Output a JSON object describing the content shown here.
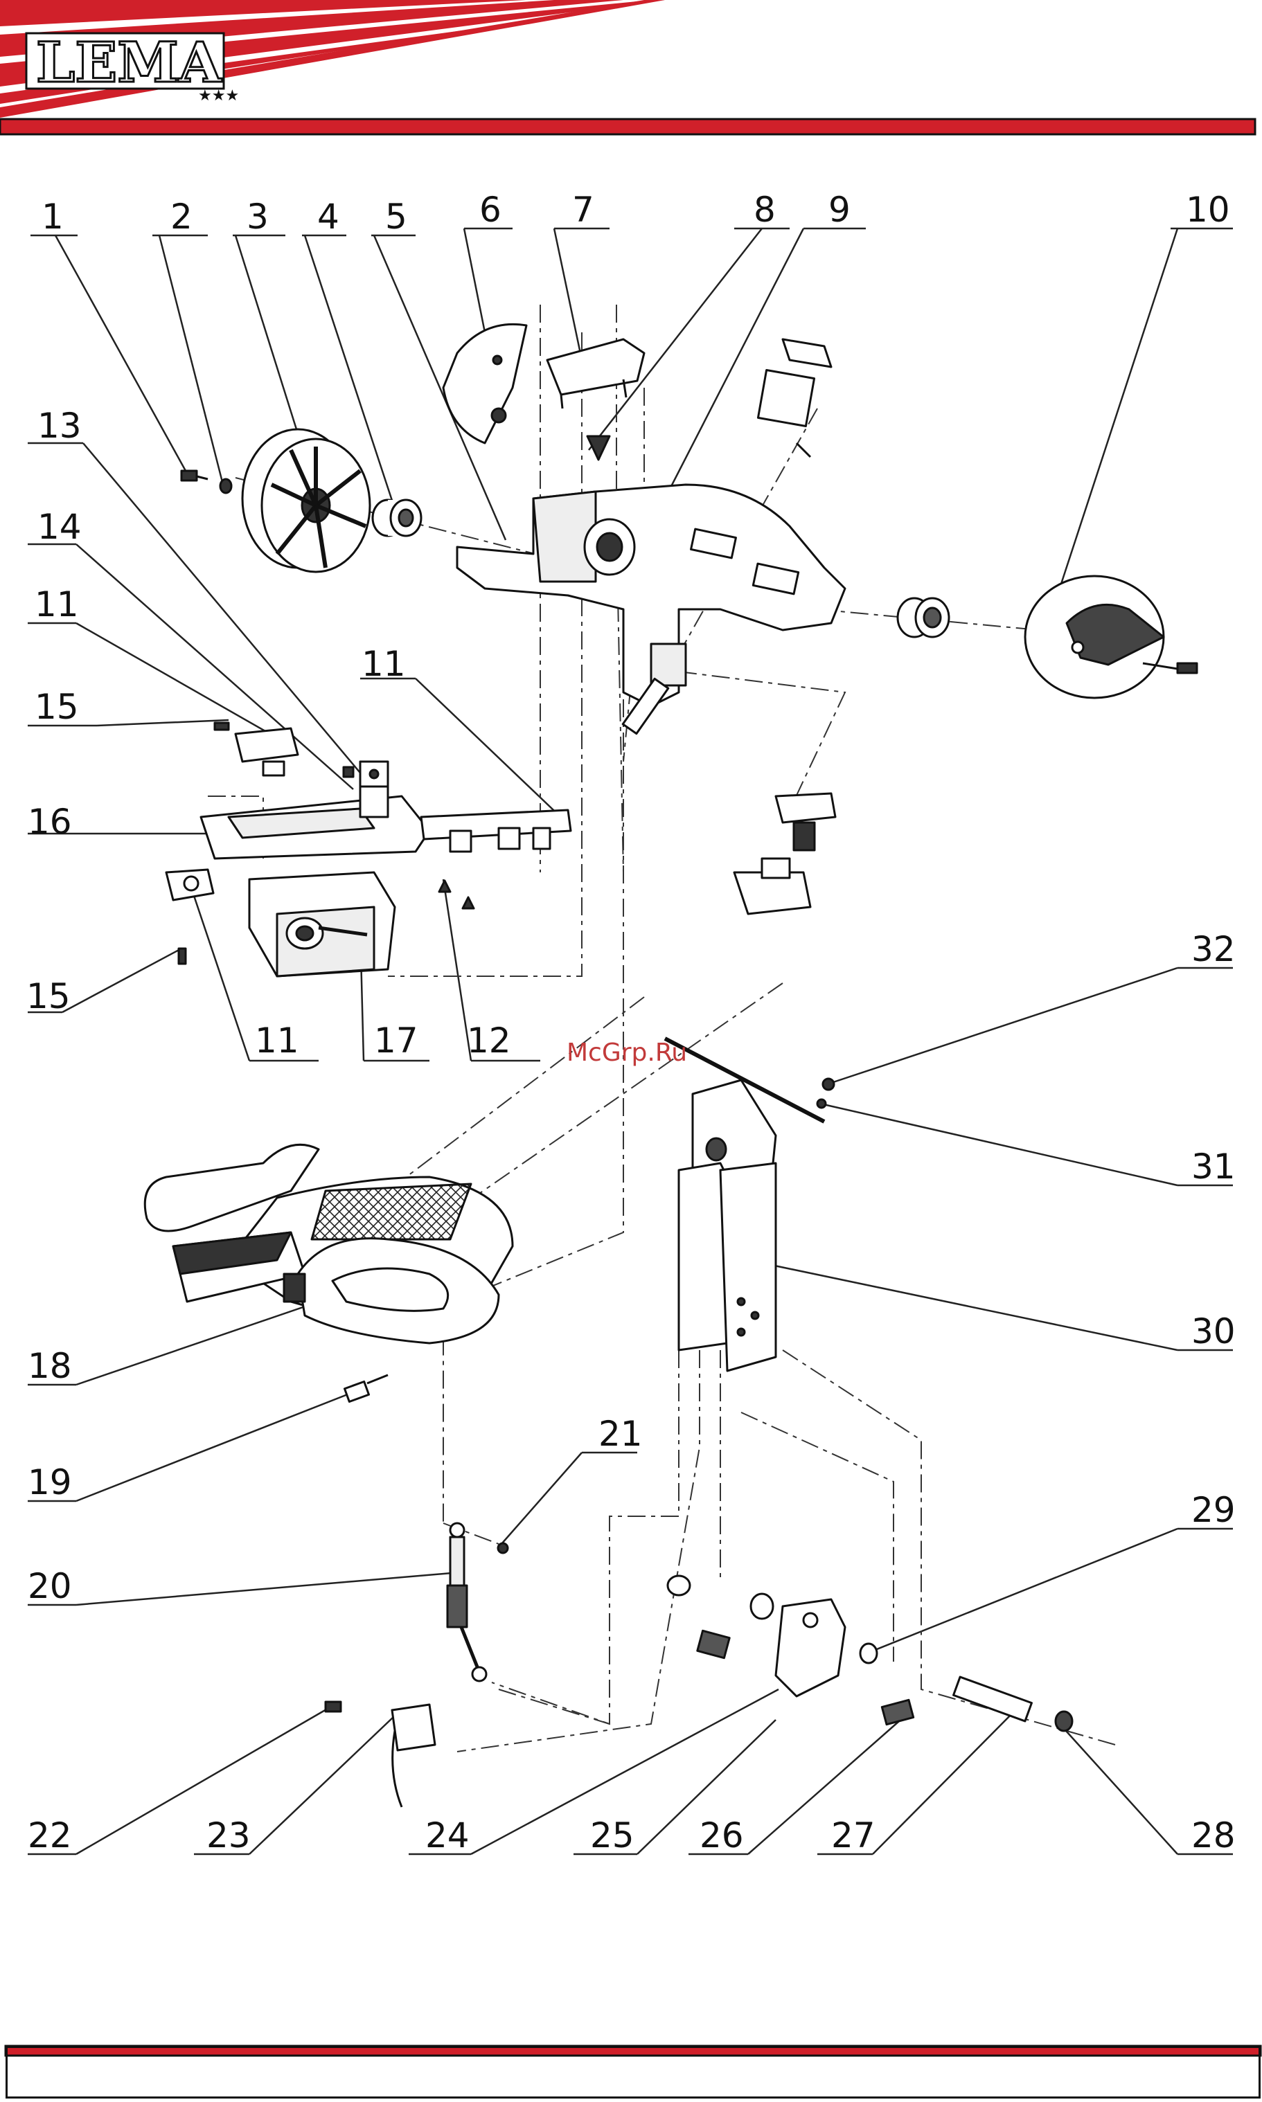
{
  "header": {
    "brand": "LEMA",
    "brand_stars": "★★★",
    "accent_color": "#d0202a"
  },
  "watermark": "McGrp.Ru",
  "diagram": {
    "callouts": [
      "1",
      "2",
      "3",
      "4",
      "5",
      "6",
      "7",
      "8",
      "9",
      "10",
      "11",
      "11",
      "11",
      "11",
      "12",
      "13",
      "14",
      "15",
      "15",
      "16",
      "17",
      "18",
      "19",
      "20",
      "21",
      "22",
      "23",
      "24",
      "25",
      "26",
      "27",
      "28",
      "29",
      "30",
      "31",
      "32"
    ]
  }
}
